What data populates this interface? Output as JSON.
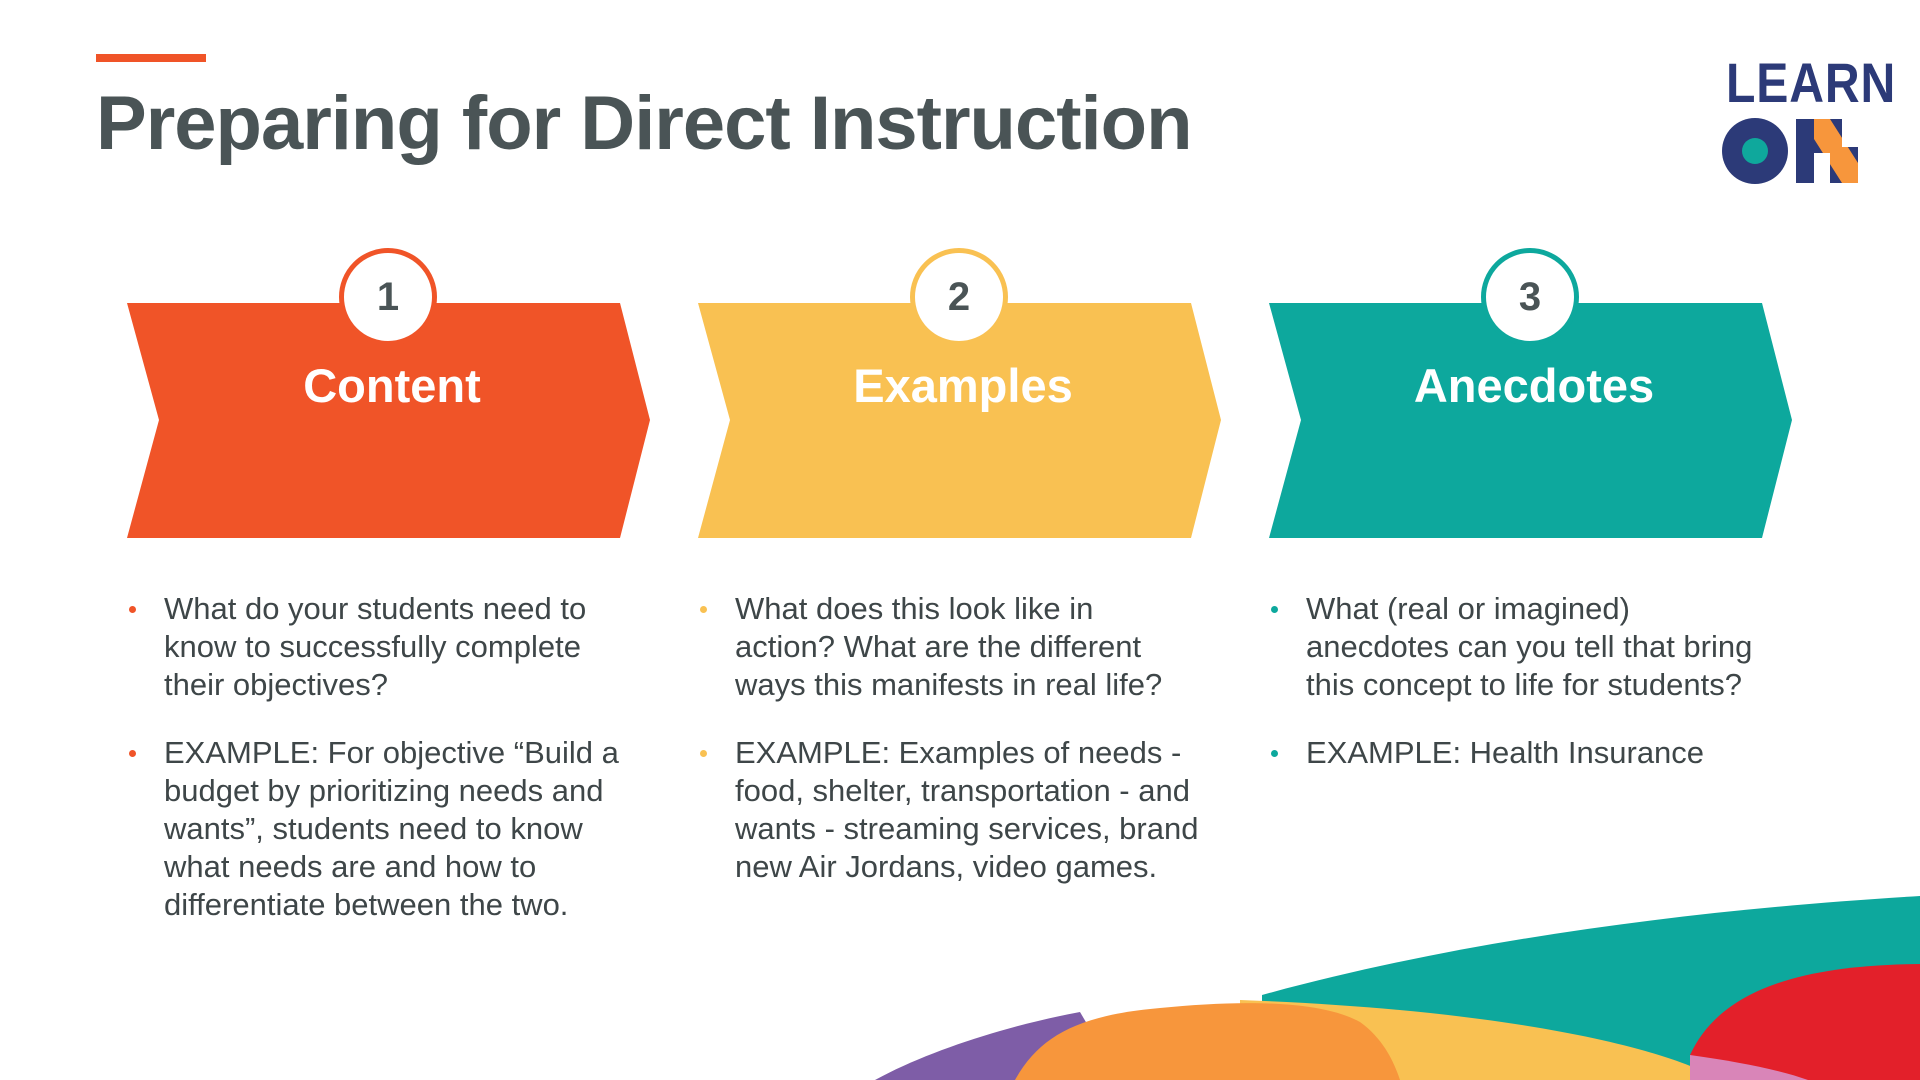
{
  "slide": {
    "title": "Preparing for Direct Instruction"
  },
  "logo": {
    "word_top": "LEARN",
    "word_bottom": "ON"
  },
  "colors": {
    "accent": "#F05428",
    "title_text": "#4A5456",
    "body_text": "#3E4648",
    "logo_navy": "#2C3A78",
    "logo_teal": "#0FA89C",
    "logo_orange": "#F7963C"
  },
  "steps": [
    {
      "number": "1",
      "label": "Content",
      "color": "#F05428",
      "bullets": [
        "What do your students need to know to successfully complete their objectives?",
        "EXAMPLE: For objective “Build a budget by prioritizing needs and wants”, students need to know what needs are and how to differentiate between the two."
      ]
    },
    {
      "number": "2",
      "label": "Examples",
      "color": "#F9C152",
      "bullets": [
        "What does this look like in action? What are the different ways this manifests in real life?",
        "EXAMPLE:  Examples of needs - food, shelter, transportation - and wants - streaming services, brand new Air Jordans, video games."
      ]
    },
    {
      "number": "3",
      "label": "Anecdotes",
      "color": "#0DA89D",
      "bullets": [
        "What (real or imagined) anecdotes can you tell that bring this concept to life for students?",
        "EXAMPLE: Health Insurance"
      ]
    }
  ]
}
